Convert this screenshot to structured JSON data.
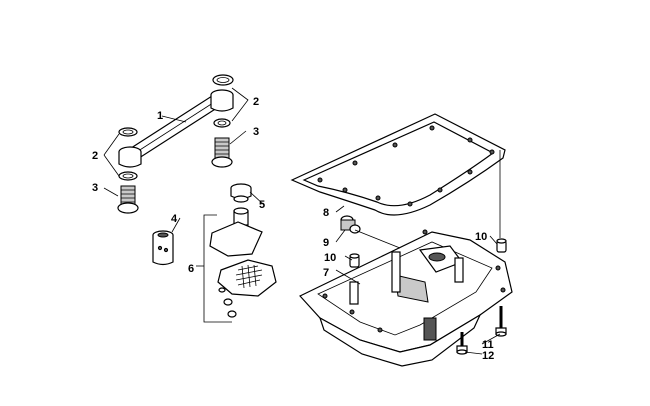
{
  "callouts": [
    {
      "id": "c1",
      "text": "1"
    },
    {
      "id": "c2a",
      "text": "2"
    },
    {
      "id": "c2b",
      "text": "2"
    },
    {
      "id": "c3a",
      "text": "3"
    },
    {
      "id": "c3b",
      "text": "3"
    },
    {
      "id": "c4",
      "text": "4"
    },
    {
      "id": "c5",
      "text": "5"
    },
    {
      "id": "c6",
      "text": "6"
    },
    {
      "id": "c7",
      "text": "7"
    },
    {
      "id": "c8",
      "text": "8"
    },
    {
      "id": "c9",
      "text": "9"
    },
    {
      "id": "c10a",
      "text": "10"
    },
    {
      "id": "c10b",
      "text": "10"
    },
    {
      "id": "c11",
      "text": "11"
    },
    {
      "id": "c12",
      "text": "12"
    }
  ]
}
